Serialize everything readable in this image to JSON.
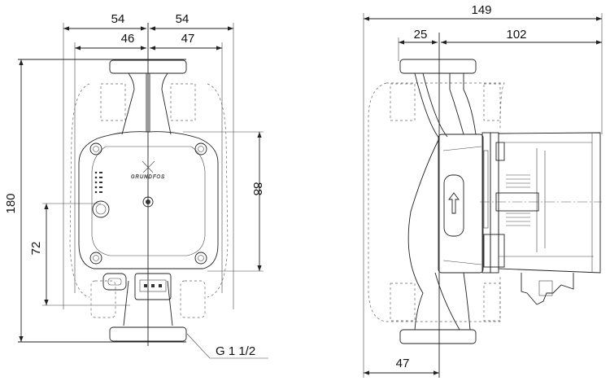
{
  "front_view": {
    "dim_left_outer": "54",
    "dim_right_outer": "54",
    "dim_left_inner": "46",
    "dim_right_inner": "47",
    "dim_height_total": "180",
    "dim_height_lower": "72",
    "dim_height_body": "88",
    "thread_label": "G 1 1/2",
    "logo_text": "GRUNDFOS"
  },
  "side_view": {
    "dim_total_width": "149",
    "dim_flange_offset": "25",
    "dim_motor_length": "102",
    "dim_bottom_offset": "47"
  }
}
